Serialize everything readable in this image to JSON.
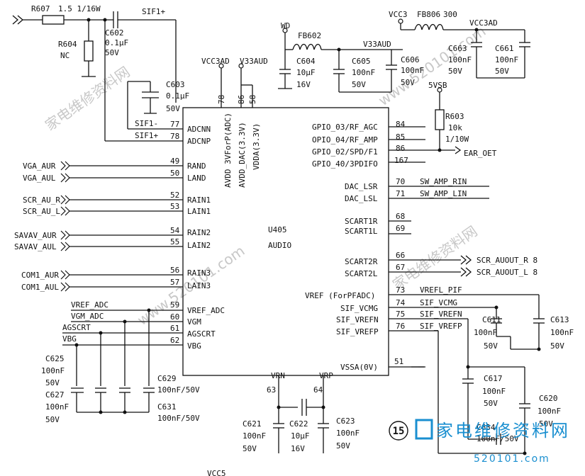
{
  "chip": {
    "ref": "U405",
    "func": "AUDIO",
    "top_pins": [
      {
        "num": "78",
        "name": "AVDD 3VForP(ADC)"
      },
      {
        "num": "86",
        "name": "AVDD_DAC(3.3V)"
      },
      {
        "num": "58",
        "name": "VDDA(3.3V)"
      }
    ],
    "left_pins": [
      {
        "num": "77",
        "name": "ADCNN",
        "net": "SIF1-"
      },
      {
        "num": "78",
        "name": "ADCNP",
        "net": "SIF1+"
      },
      {
        "num": "49",
        "name": "RAND",
        "net": "VGA_AUR"
      },
      {
        "num": "50",
        "name": "LAND",
        "net": "VGA_AUL"
      },
      {
        "num": "52",
        "name": "RAIN1",
        "net": "SCR_AU_R"
      },
      {
        "num": "53",
        "name": "LAIN1",
        "net": "SCR_AU_L"
      },
      {
        "num": "54",
        "name": "RAIN2",
        "net": "SAVAV_AUR"
      },
      {
        "num": "55",
        "name": "LAIN2",
        "net": "SAVAV_AUL"
      },
      {
        "num": "56",
        "name": "RAIN3",
        "net": "COM1_AUR"
      },
      {
        "num": "57",
        "name": "LAIN3",
        "net": "COM1_AUL"
      },
      {
        "num": "59",
        "name": "VREF_ADC",
        "net": "VREF_ADC"
      },
      {
        "num": "60",
        "name": "VGM",
        "net": "VGM_ADC"
      },
      {
        "num": "61",
        "name": "AGSCRT",
        "net": "AGSCRT"
      },
      {
        "num": "62",
        "name": "VBG",
        "net": "VBG"
      }
    ],
    "right_pins": [
      {
        "num": "84",
        "name": "GPIO_03/RF_AGC",
        "net": ""
      },
      {
        "num": "85",
        "name": "OPIO_04/RF_AMP",
        "net": ""
      },
      {
        "num": "86",
        "name": "GPIO_02/SPD/F1",
        "net": "EAR_OET"
      },
      {
        "num": "167",
        "name": "GPIO_40/3PDIFO",
        "net": ""
      },
      {
        "num": "70",
        "name": "DAC_LSR",
        "net": "SW_AMP_RIN"
      },
      {
        "num": "71",
        "name": "DAC_LSL",
        "net": "SW_AMP_LIN"
      },
      {
        "num": "68",
        "name": "SCART1R",
        "net": ""
      },
      {
        "num": "69",
        "name": "SCART1L",
        "net": ""
      },
      {
        "num": "66",
        "name": "SCART2R",
        "net": "SCR_AUOUT_R 8"
      },
      {
        "num": "67",
        "name": "SCART2L",
        "net": "SCR_AUOUT_L 8"
      },
      {
        "num": "73",
        "name": "VREF (ForPFADC)",
        "net": "VREFL_PIF"
      },
      {
        "num": "74",
        "name": "SIF_VCMG",
        "net": "SIF_VCMG"
      },
      {
        "num": "75",
        "name": "SIF_VREFN",
        "net": "SIF_VREFN"
      },
      {
        "num": "76",
        "name": "SIF_VREFP",
        "net": "SIF_VREFP"
      },
      {
        "num": "51",
        "name": "VSSA(0V)",
        "net": ""
      }
    ],
    "bottom_pins": [
      {
        "num": "63",
        "name": "VRN"
      },
      {
        "num": "64",
        "name": "VRP"
      }
    ]
  },
  "rails": {
    "vcc3ad": "VCC3AD",
    "v33aud": "V33AUD",
    "wd": "WD",
    "vcc3": "VCC3",
    "v5sb": "5VSB",
    "vcc5": "VCC5"
  },
  "components": {
    "r607": {
      "ref": "R607",
      "val": "1.5 1/16W"
    },
    "r604": {
      "ref": "R604",
      "val": "NC"
    },
    "c602": {
      "ref": "C602",
      "val": "0.1μF",
      "volt": "50V"
    },
    "c603": {
      "ref": "C603",
      "val": "0.1μF",
      "volt": "50V"
    },
    "fb602": {
      "ref": "FB602"
    },
    "c604": {
      "ref": "C604",
      "val": "10μF",
      "volt": "16V"
    },
    "c605": {
      "ref": "C605",
      "val": "100nF",
      "volt": "50V"
    },
    "c606": {
      "ref": "C606",
      "val": "100nF",
      "volt": "50V"
    },
    "fb806": {
      "ref": "FB806",
      "val": "300"
    },
    "c663": {
      "ref": "C663",
      "val": "100nF",
      "volt": "50V"
    },
    "c661": {
      "ref": "C661",
      "val": "100nF",
      "volt": "50V"
    },
    "r603": {
      "ref": "R603",
      "val": "10k",
      "pw": "1/10W"
    },
    "c625": {
      "ref": "C625",
      "val": "100nF",
      "volt": "50V"
    },
    "c627": {
      "ref": "C627",
      "val": "100nF",
      "volt": "50V"
    },
    "c629": {
      "ref": "C629",
      "val": "100nF/50V"
    },
    "c631": {
      "ref": "C631",
      "val": "100nF/50V"
    },
    "c621": {
      "ref": "C621",
      "val": "100nF",
      "volt": "50V"
    },
    "c622": {
      "ref": "C622",
      "val": "10μF",
      "volt": "16V"
    },
    "c623": {
      "ref": "C623",
      "val": "100nF",
      "volt": "50V"
    },
    "c611": {
      "ref": "C611",
      "val": "100nF",
      "volt": "50V"
    },
    "c613": {
      "ref": "C613",
      "val": "100nF",
      "volt": "50V"
    },
    "c617": {
      "ref": "C617",
      "val": "100nF",
      "volt": "50V"
    },
    "c620": {
      "ref": "C620",
      "val": "100nF",
      "volt": "50V"
    },
    "c634": {
      "ref": "C634",
      "val": "100nF/50V"
    }
  },
  "nets": {
    "sif1p": "SIF1+",
    "sif1m": "SIF1-",
    "vref_adc": "VREF_ADC",
    "vgm_adc": "VGM_ADC",
    "agscrt": "AGSCRT",
    "vbg": "VBG",
    "ear_oet": "EAR_OET"
  },
  "marks": {
    "page_no": "15",
    "brand": "家电维修资料网",
    "site": "520101.com",
    "wm_bg": "www.520101.com"
  },
  "colors": {
    "ink": "#111111",
    "watermark": "#1a8fd0",
    "watermark_light": "#c8c8c8"
  }
}
